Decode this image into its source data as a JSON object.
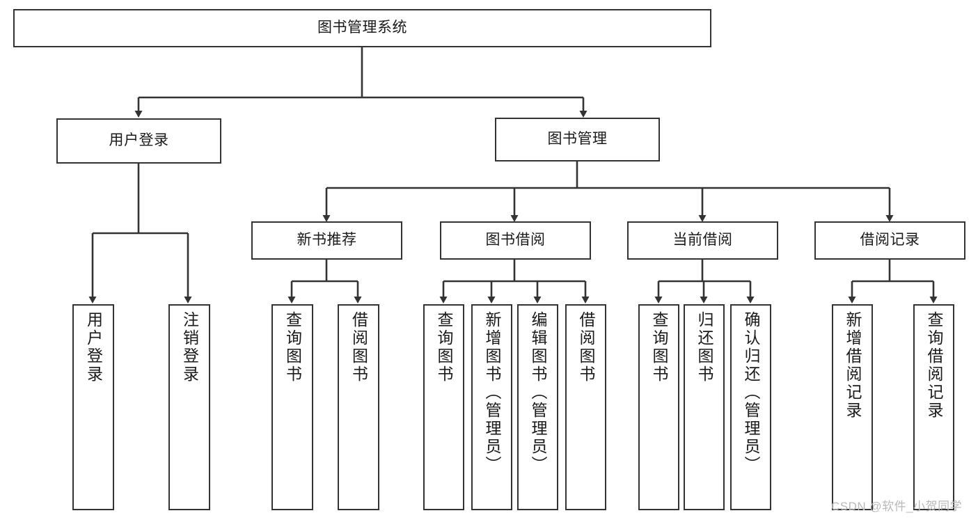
{
  "diagram": {
    "type": "hierarchy-tree",
    "title": "图书管理系统",
    "root": {
      "id": "root",
      "label": "图书管理系统"
    },
    "level1": [
      {
        "id": "user-login",
        "label": "用户登录"
      },
      {
        "id": "book-manage",
        "label": "图书管理"
      }
    ],
    "level2": [
      {
        "id": "new-book-rec",
        "label": "新书推荐",
        "parent": "book-manage"
      },
      {
        "id": "book-borrow",
        "label": "图书借阅",
        "parent": "book-manage"
      },
      {
        "id": "current-borrow",
        "label": "当前借阅",
        "parent": "book-manage"
      },
      {
        "id": "borrow-record",
        "label": "借阅记录",
        "parent": "book-manage"
      }
    ],
    "leaves": [
      {
        "id": "leaf-user-login",
        "label": "用户登录",
        "parent": "user-login"
      },
      {
        "id": "leaf-logout-login",
        "label": "注销登录",
        "parent": "user-login"
      },
      {
        "id": "leaf-query-book-1",
        "label": "查询图书",
        "parent": "new-book-rec"
      },
      {
        "id": "leaf-borrow-book-1",
        "label": "借阅图书",
        "parent": "new-book-rec"
      },
      {
        "id": "leaf-query-book-2",
        "label": "查询图书",
        "parent": "book-borrow"
      },
      {
        "id": "leaf-add-book",
        "label": "新增图书（管理员）",
        "parent": "book-borrow"
      },
      {
        "id": "leaf-edit-book",
        "label": "编辑图书（管理员）",
        "parent": "book-borrow"
      },
      {
        "id": "leaf-borrow-book-2",
        "label": "借阅图书",
        "parent": "book-borrow"
      },
      {
        "id": "leaf-query-book-3",
        "label": "查询图书",
        "parent": "current-borrow"
      },
      {
        "id": "leaf-return-book",
        "label": "归还图书",
        "parent": "current-borrow"
      },
      {
        "id": "leaf-confirm-return",
        "label": "确认归还（管理员）",
        "parent": "current-borrow"
      },
      {
        "id": "leaf-add-record",
        "label": "新增借阅记录",
        "parent": "borrow-record"
      },
      {
        "id": "leaf-query-record",
        "label": "查询借阅记录",
        "parent": "borrow-record"
      }
    ],
    "watermark": "CSDN @软件_小贺同学",
    "colors": {
      "stroke": "#333333",
      "fill": "#ffffff",
      "text": "#1a1a1a",
      "watermark": "#b9b9b9"
    }
  }
}
